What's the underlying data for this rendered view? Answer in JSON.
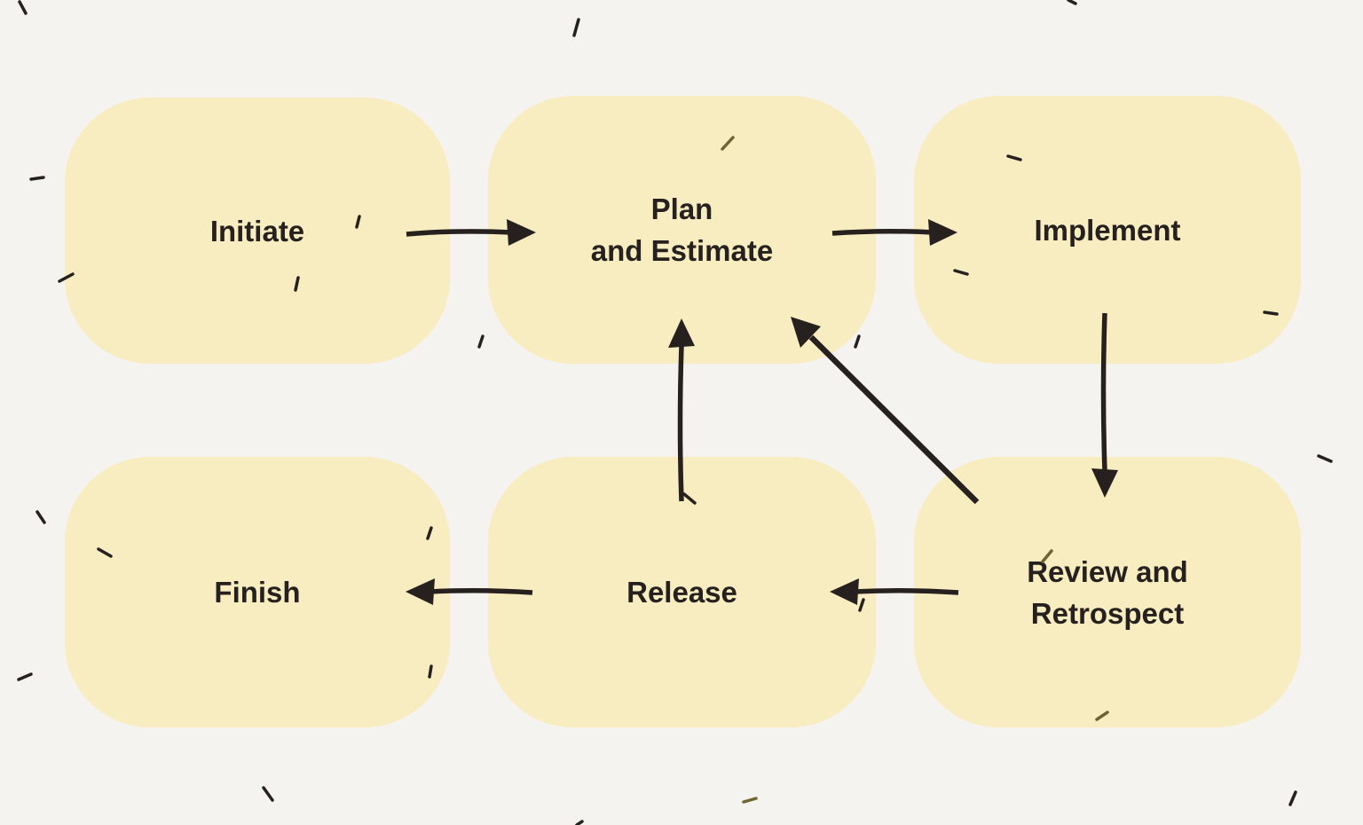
{
  "diagram": {
    "background_color": "#f5f3f0",
    "node_fill_color": "#f8ecc1",
    "ink_color": "#26211f",
    "nodes": [
      {
        "id": "initiate",
        "label": "Initiate"
      },
      {
        "id": "plan-and-estimate",
        "label": "Plan\nand Estimate"
      },
      {
        "id": "implement",
        "label": "Implement"
      },
      {
        "id": "finish",
        "label": "Finish"
      },
      {
        "id": "release",
        "label": "Release"
      },
      {
        "id": "review-and-retrospect",
        "label": "Review and\nRetrospect"
      }
    ],
    "edges": [
      {
        "from": "initiate",
        "to": "plan-and-estimate"
      },
      {
        "from": "plan-and-estimate",
        "to": "implement"
      },
      {
        "from": "implement",
        "to": "review-and-retrospect"
      },
      {
        "from": "review-and-retrospect",
        "to": "release"
      },
      {
        "from": "release",
        "to": "finish"
      },
      {
        "from": "release",
        "to": "plan-and-estimate"
      },
      {
        "from": "review-and-retrospect",
        "to": "plan-and-estimate"
      }
    ]
  }
}
